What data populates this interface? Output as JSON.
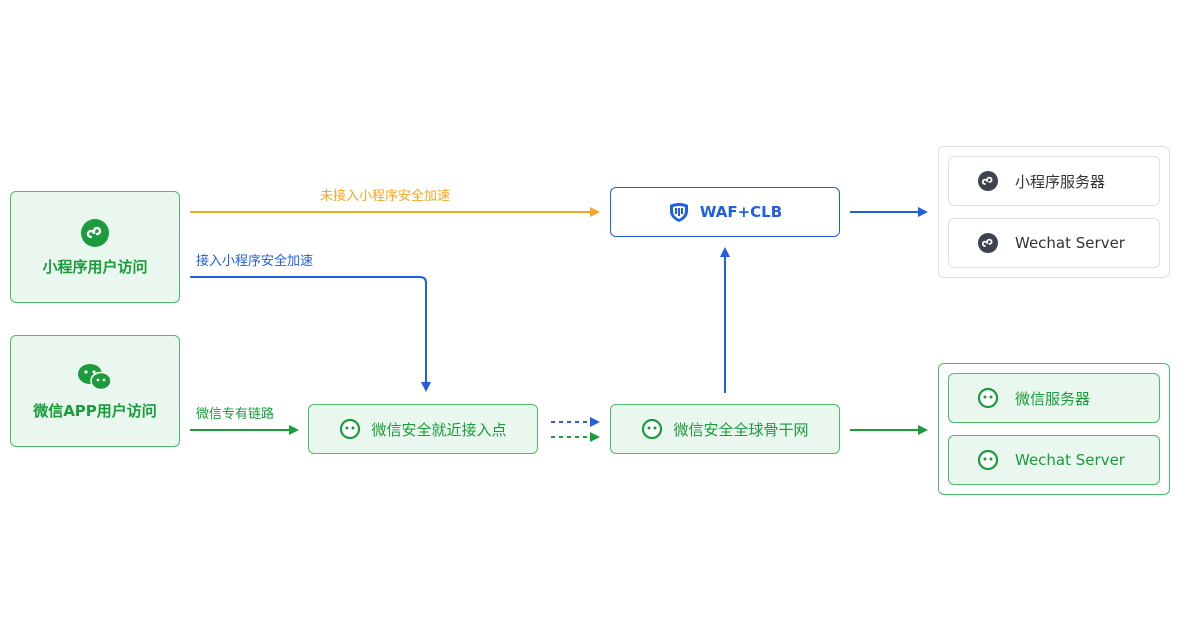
{
  "sources": {
    "miniprogram": {
      "label": "小程序用户访问",
      "icon": "miniprogram-icon"
    },
    "wechat_app": {
      "label": "微信APP用户访问",
      "icon": "wechat-icon"
    }
  },
  "links": {
    "no_accel": "未接入小程序安全加速",
    "accel": "接入小程序安全加速",
    "dedicated": "微信专有链路"
  },
  "nodes": {
    "waf_clb": {
      "label": "WAF+CLB",
      "icon": "waf-shield-icon"
    },
    "access_point": {
      "label": "微信安全就近接入点",
      "icon": "wechat-chat-icon"
    },
    "backbone": {
      "label": "微信安全全球骨干网",
      "icon": "wechat-chat-icon"
    }
  },
  "servers": {
    "miniprogram_group": [
      "小程序服务器",
      "Wechat Server"
    ],
    "wechat_group": [
      "微信服务器",
      "Wechat Server"
    ]
  },
  "colors": {
    "green": "#1a9b3c",
    "blue": "#1f5fe0",
    "orange": "#f5a623",
    "grey_icon": "#3d4450"
  }
}
